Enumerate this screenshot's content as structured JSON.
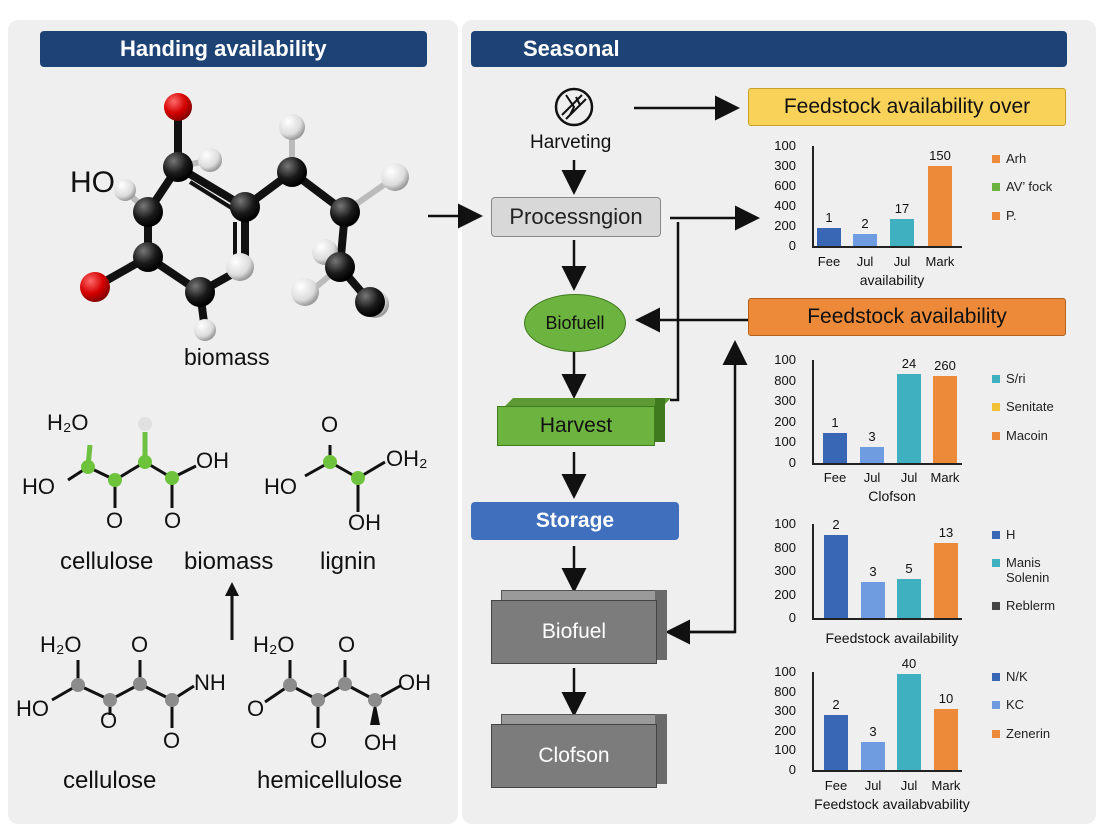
{
  "left_header": "Handing availability",
  "right_header": "Seasonal",
  "molecule": {
    "ho_label": "HO",
    "caption": "biomass"
  },
  "structures": {
    "top_left": {
      "h2o": "H₂O",
      "ho": "HO",
      "oh": "OH",
      "o1": "O",
      "o2": "O"
    },
    "top_right": {
      "o_top": "O",
      "oh2": "OH₂",
      "ho": "HO",
      "oh": "OH"
    },
    "bottom_left": {
      "h2o": "H₂O",
      "o_top": "O",
      "nh": "NH",
      "ho": "HO",
      "o1": "O",
      "o2": "O"
    },
    "bottom_right": {
      "h2o": "H₂O",
      "o_top": "O",
      "oh": "OH",
      "o_left": "O",
      "o_bot": "O",
      "oh_bot": "OH"
    },
    "labels": {
      "cellulose_top": "cellulose",
      "biomass": "biomass",
      "lignin": "lignin",
      "cellulose_bottom": "cellulose",
      "hemicellulose": "hemicellulose"
    }
  },
  "flow": {
    "harvest_icon": "harvest-icon",
    "harveting": "Harveting",
    "processing": "Processngion",
    "biofuel_oval": "Biofuell",
    "harvest": "Harvest",
    "storage": "Storage",
    "biofuel_block": "Biofuel",
    "clofson_block": "Clofson"
  },
  "callouts": {
    "top": "Feedstock availability over",
    "middle": "Feedstock availability"
  },
  "colors": {
    "header": "#1d4375",
    "dark_blue": "#3a67b5",
    "light_blue": "#6f9be0",
    "teal": "#3fb0bf",
    "orange": "#ec8a3a",
    "green": "#6db33f",
    "storage": "#3f6fbd"
  },
  "chart_data": [
    {
      "type": "bar",
      "categories": [
        "Fee",
        "Jul",
        "Jul",
        "Mark"
      ],
      "values": [
        1,
        2,
        17,
        150
      ],
      "data_labels": [
        "1",
        "2",
        "17",
        "150"
      ],
      "bar_levels": [
        18,
        12,
        27,
        80
      ],
      "yticks": [
        "100",
        "300",
        "600",
        "400",
        "200",
        "0"
      ],
      "xlabel": "availability",
      "legend": [
        {
          "label": "Arh",
          "color": "#ec8a3a"
        },
        {
          "label": "AV’ fock",
          "color": "#6db33f"
        },
        {
          "label": "P.",
          "color": "#ec8a3a"
        }
      ],
      "bar_colors": [
        "#3a67b5",
        "#6f9be0",
        "#3fb0bf",
        "#ec8a3a"
      ]
    },
    {
      "type": "bar",
      "categories": [
        "Fee",
        "Jul",
        "Jul",
        "Mark"
      ],
      "values": [
        1,
        3,
        24,
        260
      ],
      "data_labels": [
        "1",
        "3",
        "24",
        "260"
      ],
      "bar_levels": [
        29,
        16,
        86,
        84
      ],
      "yticks": [
        "100",
        "800",
        "300",
        "200",
        "100",
        "0"
      ],
      "xlabel": "Clofson",
      "legend": [
        {
          "label": "S/ri",
          "color": "#3fb0bf"
        },
        {
          "label": "Senitate",
          "color": "#f2c037"
        },
        {
          "label": "Macoin",
          "color": "#ec8a3a"
        }
      ],
      "bar_colors": [
        "#3a67b5",
        "#6f9be0",
        "#3fb0bf",
        "#ec8a3a"
      ]
    },
    {
      "type": "bar",
      "categories": [],
      "values": [
        2,
        3,
        5,
        13
      ],
      "data_labels": [
        "2",
        "3",
        "5",
        "13"
      ],
      "bar_levels": [
        88,
        38,
        42,
        80
      ],
      "yticks": [
        "100",
        "800",
        "300",
        "200",
        "0"
      ],
      "xlabel": "Feedstock availability",
      "legend": [
        {
          "label": "H",
          "color": "#3a67b5"
        },
        {
          "label": "Manis Solenin",
          "color": "#3fb0bf"
        },
        {
          "label": "Reblerm",
          "color": "#444444"
        }
      ],
      "bar_colors": [
        "#3a67b5",
        "#6f9be0",
        "#3fb0bf",
        "#ec8a3a"
      ]
    },
    {
      "type": "bar",
      "categories": [
        "Fee",
        "Jul",
        "Jul",
        "Mark"
      ],
      "values": [
        2,
        3,
        40,
        10
      ],
      "data_labels": [
        "2",
        "3",
        "40",
        "10"
      ],
      "bar_levels": [
        56,
        29,
        98,
        62
      ],
      "yticks": [
        "100",
        "800",
        "300",
        "200",
        "100",
        "0"
      ],
      "xlabel": "Feedstock availabvability",
      "legend": [
        {
          "label": "N/K",
          "color": "#3a67b5"
        },
        {
          "label": "KC",
          "color": "#6f9be0"
        },
        {
          "label": "Zenerin",
          "color": "#ec8a3a"
        }
      ],
      "bar_colors": [
        "#3a67b5",
        "#6f9be0",
        "#3fb0bf",
        "#ec8a3a"
      ]
    }
  ]
}
